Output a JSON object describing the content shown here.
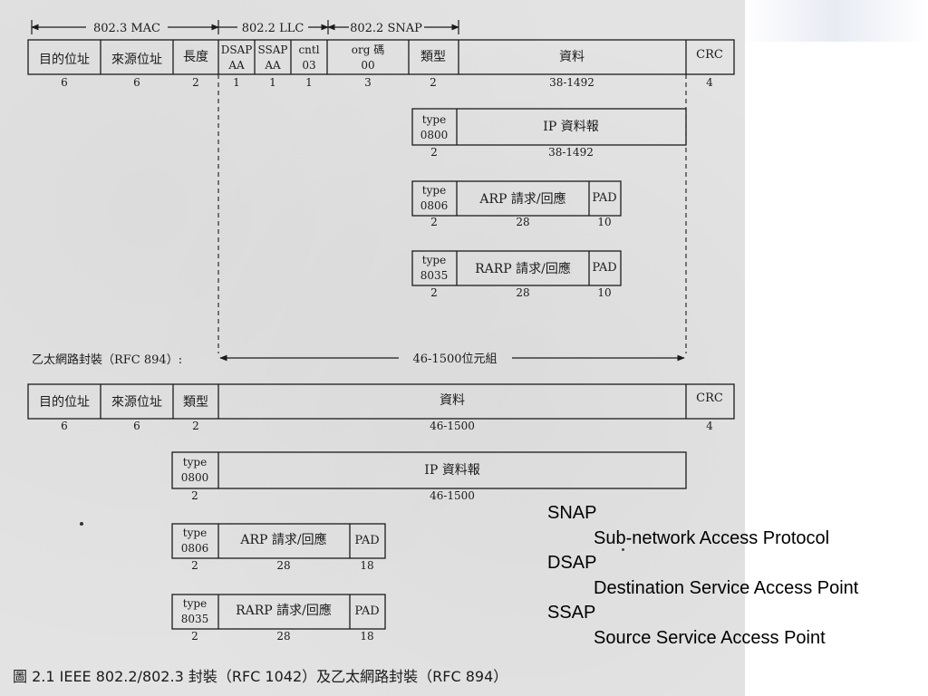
{
  "arrows": {
    "mac": "802.3 MAC",
    "llc": "802.2 LLC",
    "snap": "802.2 SNAP",
    "ethernet_label": "乙太網路封裝（RFC 894）:",
    "ethernet_span": "46-1500位元組"
  },
  "ieee_frame": {
    "fields": [
      "目的位址",
      "來源位址",
      "長度",
      "DSAP",
      "SSAP",
      "cntl",
      "org 碼",
      "類型",
      "資料",
      "CRC"
    ],
    "field_values": [
      "AA",
      "AA",
      "03",
      "00"
    ],
    "sizes": [
      "6",
      "6",
      "2",
      "1",
      "1",
      "1",
      "3",
      "2",
      "38-1492",
      "4"
    ]
  },
  "ieee_payloads": [
    {
      "type_label": "type",
      "type_code": "0800",
      "content": "IP 資料報",
      "size_type": "2",
      "size_content": "38-1492"
    },
    {
      "type_label": "type",
      "type_code": "0806",
      "content": "ARP 請求/回應",
      "pad": "PAD",
      "size_type": "2",
      "size_content": "28",
      "size_pad": "10"
    },
    {
      "type_label": "type",
      "type_code": "8035",
      "content": "RARP 請求/回應",
      "pad": "PAD",
      "size_type": "2",
      "size_content": "28",
      "size_pad": "10"
    }
  ],
  "ethernet_frame": {
    "fields": [
      "目的位址",
      "來源位址",
      "類型",
      "資料",
      "CRC"
    ],
    "sizes": [
      "6",
      "6",
      "2",
      "46-1500",
      "4"
    ]
  },
  "ethernet_payloads": [
    {
      "type_label": "type",
      "type_code": "0800",
      "content": "IP 資料報",
      "size_type": "2",
      "size_content": "46-1500"
    },
    {
      "type_label": "type",
      "type_code": "0806",
      "content": "ARP 請求/回應",
      "pad": "PAD",
      "size_type": "2",
      "size_content": "28",
      "size_pad": "18"
    },
    {
      "type_label": "type",
      "type_code": "8035",
      "content": "RARP 請求/回應",
      "pad": "PAD",
      "size_type": "2",
      "size_content": "28",
      "size_pad": "18"
    }
  ],
  "legend": [
    {
      "term": "SNAP",
      "definition": "Sub-network Access Protocol"
    },
    {
      "term": "DSAP",
      "definition": "Destination Service Access Point"
    },
    {
      "term": "SSAP",
      "definition": "Source Service Access Point"
    }
  ],
  "caption": "圖 2.1   IEEE 802.2/802.3 封裝（RFC 1042）及乙太網路封裝（RFC 894）"
}
